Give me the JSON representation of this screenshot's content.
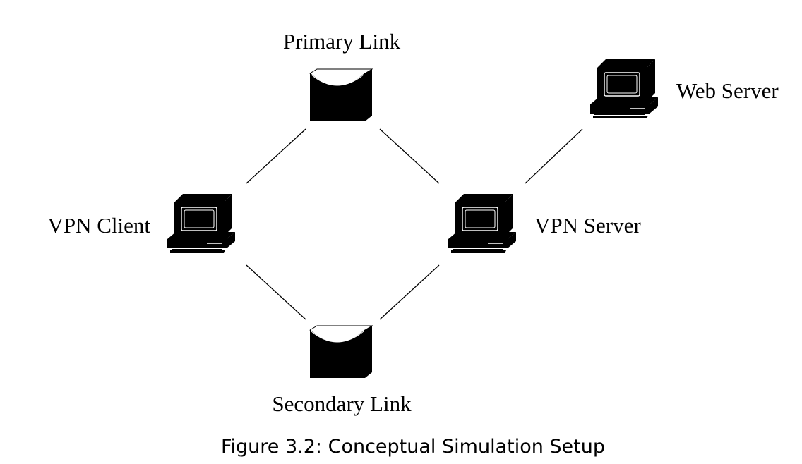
{
  "nodes": {
    "primary_link": {
      "label": "Primary Link",
      "icon": "network-cloud-icon"
    },
    "secondary_link": {
      "label": "Secondary Link",
      "icon": "network-cloud-icon"
    },
    "vpn_client": {
      "label": "VPN Client",
      "icon": "computer-icon"
    },
    "vpn_server": {
      "label": "VPN Server",
      "icon": "computer-icon"
    },
    "web_server": {
      "label": "Web Server",
      "icon": "computer-icon"
    }
  },
  "connections": [
    [
      "vpn_client",
      "primary_link"
    ],
    [
      "primary_link",
      "vpn_server"
    ],
    [
      "vpn_client",
      "secondary_link"
    ],
    [
      "secondary_link",
      "vpn_server"
    ],
    [
      "vpn_server",
      "web_server"
    ]
  ],
  "caption": "Figure 3.2: Conceptual Simulation Setup",
  "colors": {
    "ink": "#000000",
    "background": "#ffffff"
  }
}
